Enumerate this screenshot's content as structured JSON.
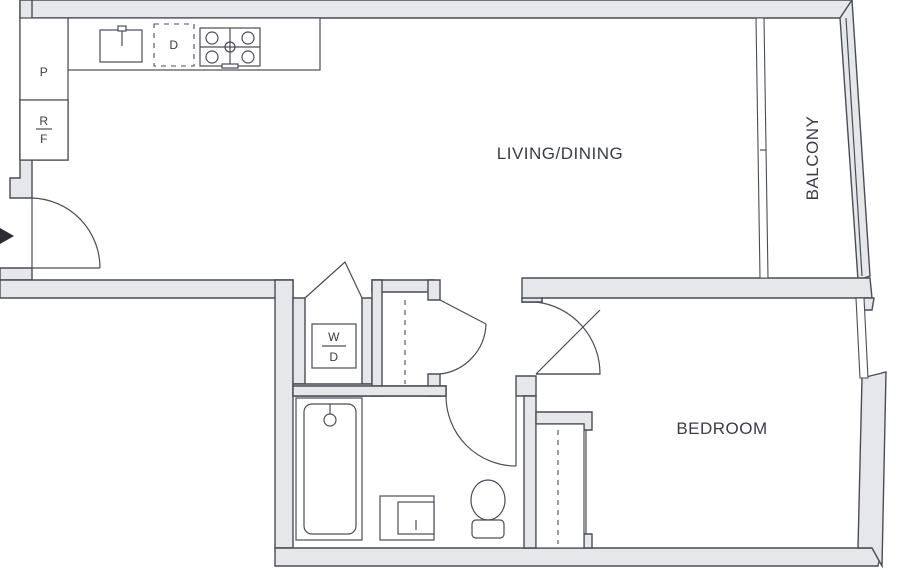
{
  "rooms": {
    "living_dining": "LIVING/DINING",
    "balcony": "BALCONY",
    "bedroom": "BEDROOM"
  },
  "fixtures": {
    "pantry": "P",
    "fridge_top": "R",
    "fridge_bottom": "F",
    "dishwasher": "D",
    "washer_top": "W",
    "washer_bottom": "D"
  },
  "colors": {
    "wall_fill": "#e5e7eb",
    "line": "#4a4d55",
    "text": "#3a3d44"
  }
}
